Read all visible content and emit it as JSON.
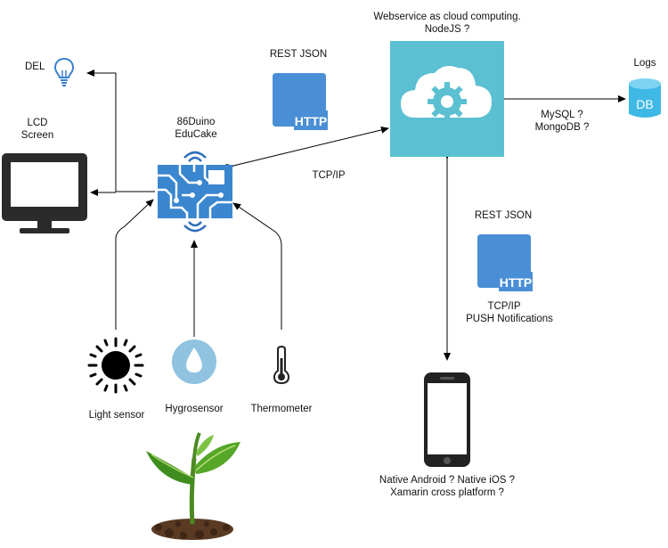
{
  "nodes": {
    "del": {
      "label": "DEL",
      "icon": "lightbulb-icon"
    },
    "lcd": {
      "label_line1": "LCD",
      "label_line2": "Screen",
      "icon": "monitor-icon"
    },
    "board": {
      "label_line1": "86Duino",
      "label_line2": "EduCake",
      "icon": "circuit-board-icon"
    },
    "cloud": {
      "label_line1": "Webservice as cloud computing.",
      "label_line2": "NodeJS ?",
      "icon": "cloud-gear-icon",
      "color": "#5bc0d1"
    },
    "logs": {
      "label": "Logs",
      "icon": "database-icon",
      "icon_text": "DB",
      "color": "#3fb8e6"
    },
    "light": {
      "label": "Light sensor",
      "icon": "sun-icon"
    },
    "hygro": {
      "label": "Hygrosensor",
      "icon": "water-drop-icon",
      "color": "#8fc3e0"
    },
    "thermo": {
      "label": "Thermometer",
      "icon": "thermometer-icon"
    },
    "phone": {
      "label_line1": "Native Android ? Native iOS ?",
      "label_line2": "Xamarin cross platform ?",
      "icon": "smartphone-icon"
    },
    "plant": {
      "icon": "plant-icon"
    }
  },
  "http_icons": [
    {
      "title": "REST JSON",
      "icon_text": "HTTP",
      "color": "#4a8fd6"
    },
    {
      "title": "REST JSON",
      "icon_text": "HTTP",
      "color": "#4a8fd6"
    }
  ],
  "edges": {
    "board_cloud": "TCP/IP",
    "cloud_logs_line1": "MySQL ?",
    "cloud_logs_line2": "MongoDB ?",
    "cloud_phone_line1": "TCP/IP",
    "cloud_phone_line2": "PUSH Notifications"
  }
}
